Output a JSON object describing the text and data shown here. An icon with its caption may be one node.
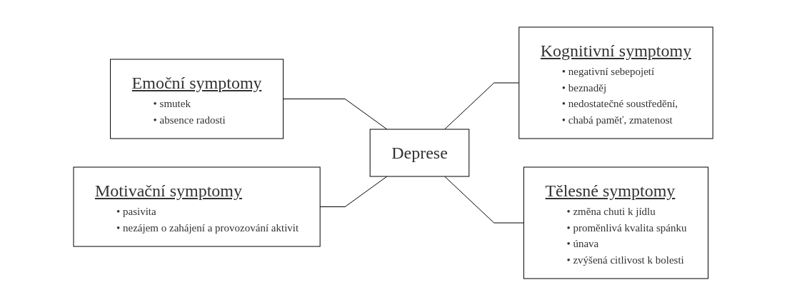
{
  "diagram": {
    "nodes": [
      {
        "text": [
          "Emoční symptomy",
          "• smutek",
          "• absence radosti"
        ]
      },
      {
        "text": [
          "Kognitivní symptomy",
          "• negativní sebepojetí",
          "• beznaděj",
          "• nedostatečné soustředění,",
          "• chabá paměť, zmatenost"
        ]
      },
      {
        "text": [
          "Deprese"
        ]
      },
      {
        "text": [
          "Motivační symptomy",
          "• pasivita",
          "• nezájem o zahájení a provozování aktivit"
        ]
      },
      {
        "text": [
          "Tělesné symptomy",
          "• změna chuti k jídlu",
          "• proměnlivá kvalita spánku",
          "• únava",
          "• zvýšená citlivost k bolesti"
        ]
      }
    ],
    "edges": [
      {
        "from": 0,
        "to": 2,
        "arrow": "none"
      },
      {
        "from": 2,
        "to": 1,
        "arrow": "none"
      },
      {
        "from": 3,
        "to": 2,
        "arrow": "none"
      },
      {
        "from": 2,
        "to": 4,
        "arrow": "none"
      }
    ]
  }
}
